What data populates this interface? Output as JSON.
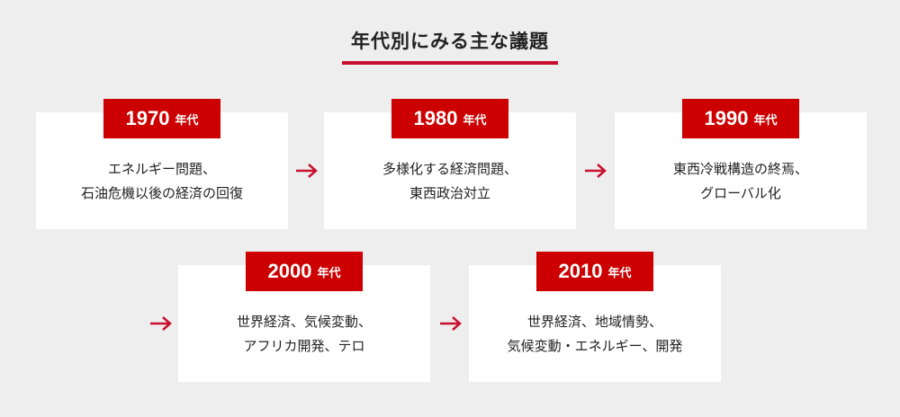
{
  "title": "年代別にみる主な議題",
  "colors": {
    "accent": "#cc0000",
    "arrow": "#c8102e",
    "background": "#eeeeee",
    "card": "#ffffff"
  },
  "decades": [
    {
      "year": "1970",
      "suffix": "年代",
      "line1": "エネルギー問題、",
      "line2": "石油危機以後の経済の回復"
    },
    {
      "year": "1980",
      "suffix": "年代",
      "line1": "多様化する経済問題、",
      "line2": "東西政治対立"
    },
    {
      "year": "1990",
      "suffix": "年代",
      "line1": "東西冷戦構造の終焉、",
      "line2": "グローバル化"
    },
    {
      "year": "2000",
      "suffix": "年代",
      "line1": "世界経済、気候変動、",
      "line2": "アフリカ開発、テロ"
    },
    {
      "year": "2010",
      "suffix": "年代",
      "line1": "世界経済、地域情勢、",
      "line2": "気候変動・エネルギー、開発"
    }
  ],
  "icons": {
    "arrow": "arrow-right-icon"
  }
}
